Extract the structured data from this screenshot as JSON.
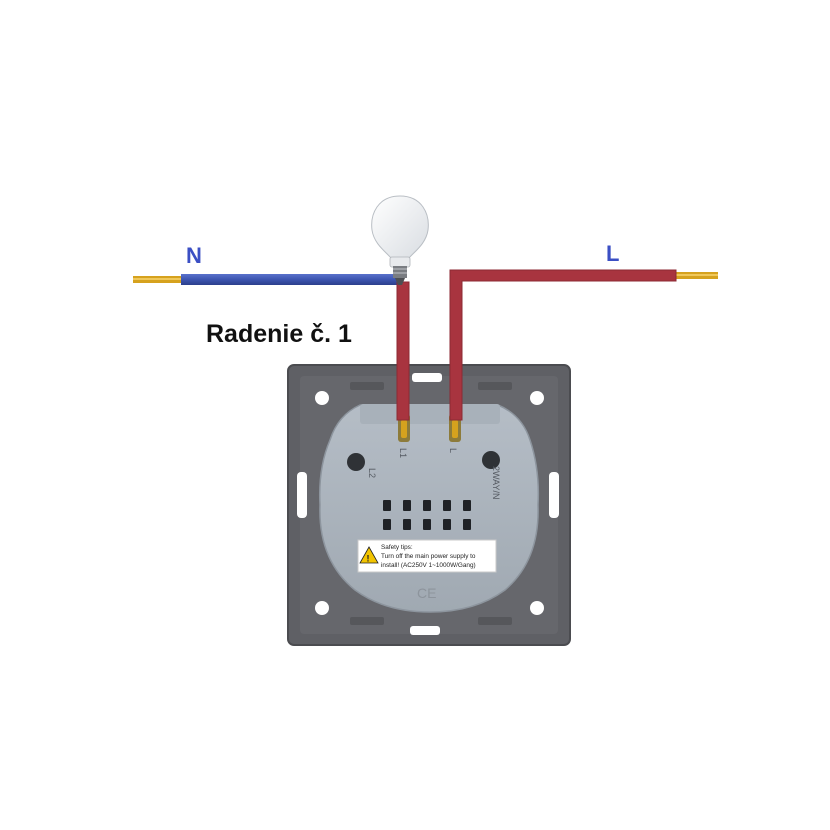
{
  "labels": {
    "neutral": "N",
    "live": "L",
    "caption": "Radenie č. 1"
  },
  "terminals": {
    "t1": "L2",
    "t2": "L1",
    "t3": "L",
    "t4": "2WAY/N"
  },
  "safety": {
    "title": "Safety tips:",
    "line1": "Turn off the main power supply to",
    "line2": "install! (AC250V  1~1000W/Gang)"
  },
  "mark": "CE",
  "colors": {
    "neutral_wire": "#3d55b0",
    "live_wire": "#a8343f",
    "copper": "#d6a21e",
    "neutral_label": "#3b4fc4",
    "plate": "#5f6065",
    "module": "#a9b2bb"
  }
}
